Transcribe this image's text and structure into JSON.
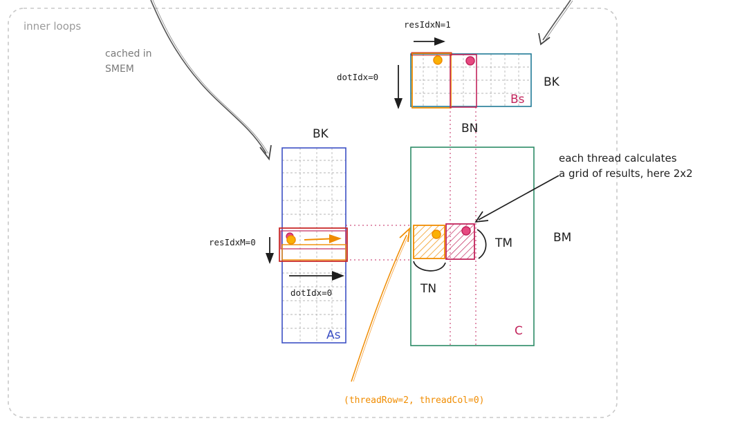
{
  "labels": {
    "inner_loops": "inner loops",
    "cached_line1": "cached in",
    "cached_line2": "SMEM",
    "res_idx_n": "resIdxN=1",
    "dot_idx_b": "dotIdx=0",
    "bk_top": "BK",
    "bs": "Bs",
    "bn": "BN",
    "bk_left": "BK",
    "each_thread_line1": "each thread calculates",
    "each_thread_line2": "a grid of results, here 2x2",
    "res_idx_m": "resIdxM=0",
    "tm": "TM",
    "bm": "BM",
    "tn": "TN",
    "dot_idx_a": "dotIdx=0",
    "c": "C",
    "as": "As",
    "thread_pos": "(threadRow=2, threadCol=0)"
  },
  "colors": {
    "frame": "#c8c8c8",
    "gray_text": "#9a9a9a",
    "black": "#1e1e1e",
    "bs_border": "#1f7a96",
    "as_border": "#3b4fc4",
    "c_border": "#2b8a66",
    "orange": "#f08c00",
    "pink": "#c2255c",
    "red": "#c92a2a",
    "grid": "#b5b5b5"
  }
}
